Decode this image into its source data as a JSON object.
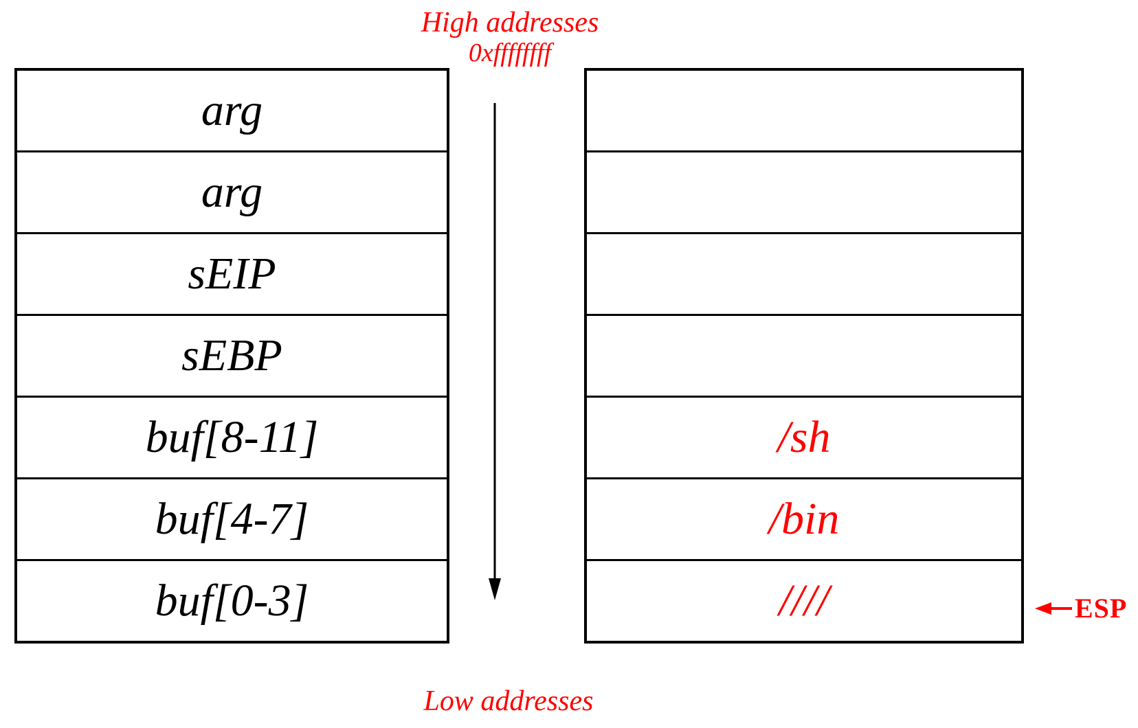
{
  "colors": {
    "accent_red": "#ff0000",
    "line_black": "#000000"
  },
  "header": {
    "high_addresses": "High addresses",
    "high_value": "0xffffffff"
  },
  "footer": {
    "low_addresses": "Low addresses"
  },
  "esp": {
    "label": "ESP"
  },
  "left_stack": {
    "rows": [
      "arg",
      "arg",
      "sEIP",
      "sEBP",
      "buf[8-11]",
      "buf[4-7]",
      "buf[0-3]"
    ]
  },
  "right_stack": {
    "rows": [
      "",
      "",
      "",
      "",
      "/sh",
      "/bin",
      "////"
    ]
  }
}
